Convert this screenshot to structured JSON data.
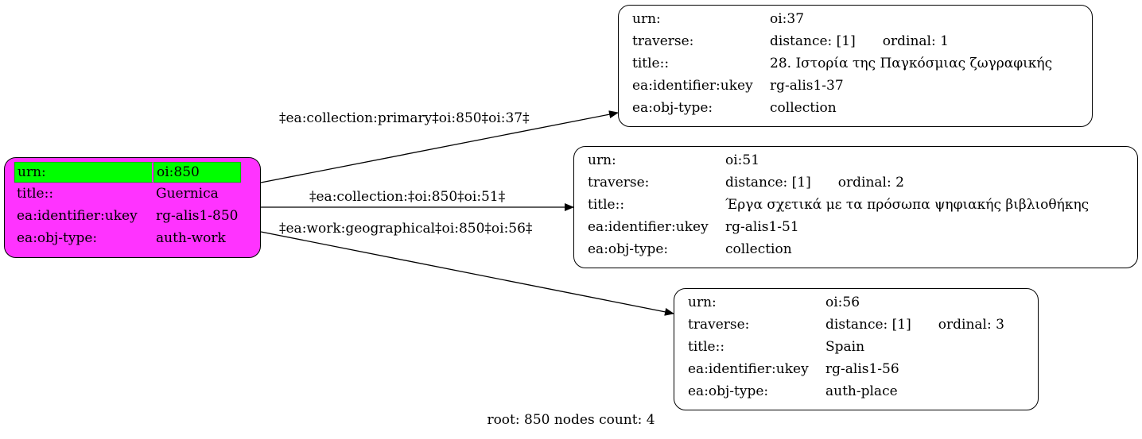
{
  "nodes": {
    "root": {
      "rows": [
        {
          "key": "urn:",
          "value": "oi:850"
        },
        {
          "key": "title::",
          "value": "Guernica"
        },
        {
          "key": "ea:identifier:ukey",
          "value": "rg-alis1-850"
        },
        {
          "key": "ea:obj-type:",
          "value": "auth-work"
        }
      ],
      "fill_color": "#ff33ff",
      "highlight_color": "#00ff00"
    },
    "n37": {
      "urn": {
        "key": "urn:",
        "value": "oi:37"
      },
      "traverse": {
        "key": "traverse:",
        "distance": "distance: [1]",
        "ordinal": "ordinal: 1"
      },
      "title": {
        "key": "title::",
        "value": "28. Ιστορία της Παγκόσμιας ζωγραφικής"
      },
      "ukey": {
        "key": "ea:identifier:ukey",
        "value": "rg-alis1-37"
      },
      "type": {
        "key": "ea:obj-type:",
        "value": "collection"
      }
    },
    "n51": {
      "urn": {
        "key": "urn:",
        "value": "oi:51"
      },
      "traverse": {
        "key": "traverse:",
        "distance": "distance: [1]",
        "ordinal": "ordinal: 2"
      },
      "title": {
        "key": "title::",
        "value": "Έργα σχετικά με τα πρόσωπα ψηφιακής βιβλιοθήκης"
      },
      "ukey": {
        "key": "ea:identifier:ukey",
        "value": "rg-alis1-51"
      },
      "type": {
        "key": "ea:obj-type:",
        "value": "collection"
      }
    },
    "n56": {
      "urn": {
        "key": "urn:",
        "value": "oi:56"
      },
      "traverse": {
        "key": "traverse:",
        "distance": "distance: [1]",
        "ordinal": "ordinal: 3"
      },
      "title": {
        "key": "title::",
        "value": "Spain"
      },
      "ukey": {
        "key": "ea:identifier:ukey",
        "value": "rg-alis1-56"
      },
      "type": {
        "key": "ea:obj-type:",
        "value": "auth-place"
      }
    }
  },
  "edges": [
    {
      "from": "root",
      "to": "n37",
      "label": "‡ea:collection:primary‡oi:850‡oi:37‡"
    },
    {
      "from": "root",
      "to": "n51",
      "label": "‡ea:collection:‡oi:850‡oi:51‡"
    },
    {
      "from": "root",
      "to": "n56",
      "label": "‡ea:work:geographical‡oi:850‡oi:56‡"
    }
  ],
  "footer": "root: 850 nodes count: 4"
}
